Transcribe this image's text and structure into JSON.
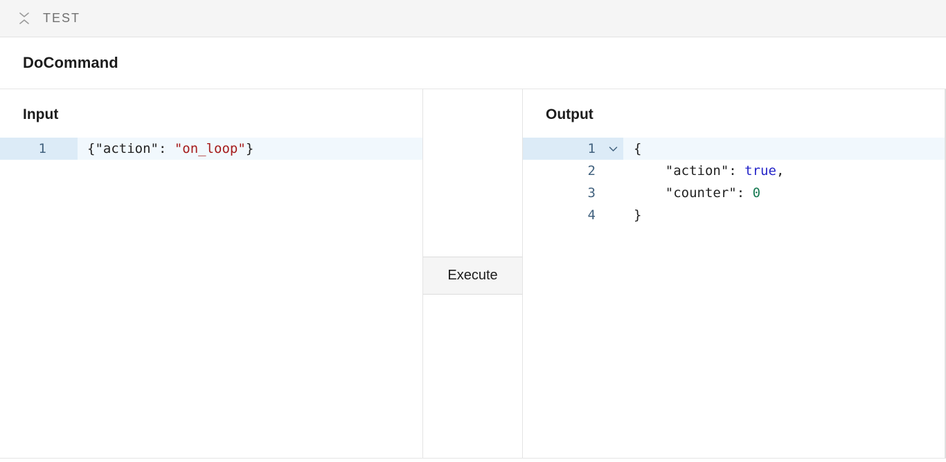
{
  "test_bar": {
    "collapse_icon": "collapse-chevrons-icon",
    "label": "TEST"
  },
  "command": {
    "title": "DoCommand"
  },
  "input_panel": {
    "heading": "Input",
    "lines": [
      {
        "number": "1",
        "active": true,
        "tokens": [
          {
            "text": "{",
            "kind": "punct"
          },
          {
            "text": "\"action\"",
            "kind": "key"
          },
          {
            "text": ": ",
            "kind": "punct"
          },
          {
            "text": "\"on_loop\"",
            "kind": "str"
          },
          {
            "text": "}",
            "kind": "punct"
          }
        ],
        "plain": "{\"action\": \"on_loop\"}"
      }
    ]
  },
  "middle_panel": {
    "execute_label": "Execute"
  },
  "output_panel": {
    "heading": "Output",
    "fold_icon": "chevron-down-icon",
    "lines": [
      {
        "number": "1",
        "active": true,
        "foldable": true,
        "tokens": [
          {
            "text": "{",
            "kind": "punct"
          }
        ],
        "plain": "{"
      },
      {
        "number": "2",
        "active": false,
        "foldable": false,
        "tokens": [
          {
            "text": "    ",
            "kind": "punct"
          },
          {
            "text": "\"action\"",
            "kind": "key"
          },
          {
            "text": ": ",
            "kind": "punct"
          },
          {
            "text": "true",
            "kind": "bool"
          },
          {
            "text": ",",
            "kind": "punct"
          }
        ],
        "plain": "    \"action\": true,"
      },
      {
        "number": "3",
        "active": false,
        "foldable": false,
        "tokens": [
          {
            "text": "    ",
            "kind": "punct"
          },
          {
            "text": "\"counter\"",
            "kind": "key"
          },
          {
            "text": ": ",
            "kind": "punct"
          },
          {
            "text": "0",
            "kind": "num"
          }
        ],
        "plain": "    \"counter\": 0"
      },
      {
        "number": "4",
        "active": false,
        "foldable": false,
        "tokens": [
          {
            "text": "}",
            "kind": "punct"
          }
        ],
        "plain": "}"
      }
    ]
  },
  "colors": {
    "test_bar_bg": "#f5f5f5",
    "active_line_bg": "#f1f8fd",
    "active_gutter_bg": "#dcebf7",
    "line_number": "#41617e",
    "string_token": "#a51b1b",
    "boolean_token": "#2424c8",
    "number_token": "#167a52",
    "button_bg": "#f5f5f5"
  }
}
